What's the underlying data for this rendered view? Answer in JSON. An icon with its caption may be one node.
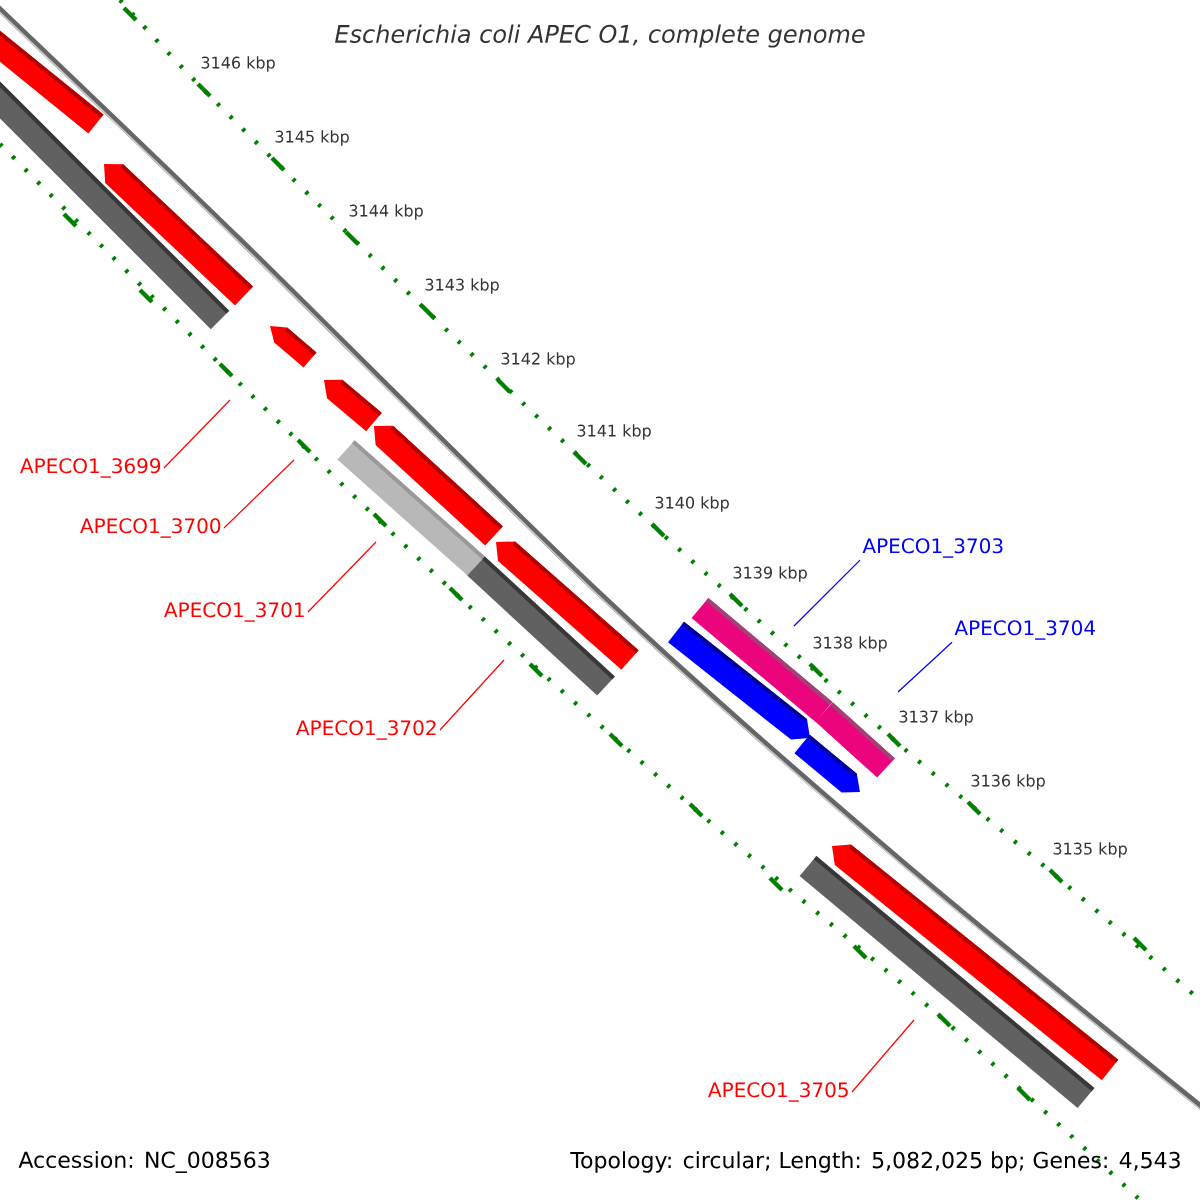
{
  "diagram": {
    "title": "Escherichia coli APEC O1, complete genome",
    "nodes": [
      {
        "text": [
          "APECO1_3699"
        ]
      },
      {
        "text": [
          "APECO1_3700"
        ]
      },
      {
        "text": [
          "APECO1_3701"
        ]
      },
      {
        "text": [
          "APECO1_3702"
        ]
      },
      {
        "text": [
          "APECO1_3703"
        ]
      },
      {
        "text": [
          "APECO1_3704"
        ]
      },
      {
        "text": [
          "APECO1_3705"
        ]
      }
    ],
    "edges": [
      {
        "from": 0,
        "to": null,
        "arrow": "none"
      },
      {
        "from": 1,
        "to": null,
        "arrow": "none"
      },
      {
        "from": 2,
        "to": null,
        "arrow": "none"
      },
      {
        "from": 3,
        "to": null,
        "arrow": "none"
      },
      {
        "from": 4,
        "to": null,
        "arrow": "none",
        "color": "#0000ff"
      },
      {
        "from": 5,
        "to": null,
        "arrow": "none",
        "color": "#0000ff"
      },
      {
        "from": 6,
        "to": null,
        "arrow": "none"
      }
    ],
    "labels": [
      "3146 kbp",
      "3145 kbp",
      "3144 kbp",
      "3143 kbp",
      "3142 kbp",
      "3141 kbp",
      "3140 kbp",
      "3139 kbp",
      "3138 kbp",
      "3137 kbp",
      "3136 kbp",
      "3135 kbp",
      "Accession: NC_008563",
      "Topology: circular; Length: 5,082,025 bp; Genes: 4,543"
    ]
  }
}
